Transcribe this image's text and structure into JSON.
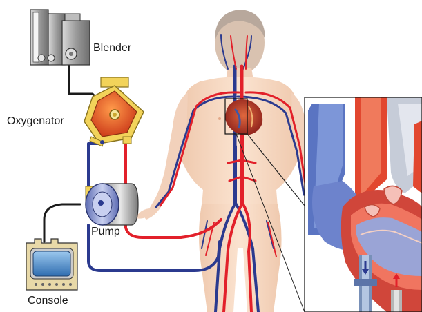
{
  "labels": {
    "blender": "Blender",
    "oxygenator": "Oxygenator",
    "pump": "Pump",
    "console": "Console"
  },
  "colors": {
    "arterial": "#e2202a",
    "venous": "#2b3a8f",
    "skin": "#f7d9c2",
    "heart": "#c8302c",
    "oxygenator_body": "#f2d35a",
    "oxygenator_core": "#e0451f",
    "console_screen": "#3d7fc0",
    "console_body": "#e8d9a8",
    "pump_drum": "#7e8fd0",
    "device_gray": "#9a9a9a"
  },
  "icons": {
    "blender": "gas-blender-icon",
    "oxygenator": "oxygenator-icon",
    "pump": "centrifugal-pump-icon",
    "console": "console-monitor-icon",
    "body": "human-body-circulation-icon",
    "heart_inset": "heart-cannula-inset-icon"
  }
}
